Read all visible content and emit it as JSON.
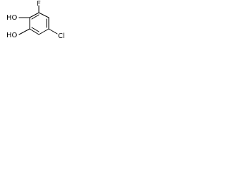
{
  "molecule": {
    "atoms": {
      "fluorine": "F",
      "hydroxyl_top": "HO",
      "hydroxyl_bottom": "HO",
      "chlorine": "Cl"
    },
    "colors": {
      "bond": "#000000",
      "label": "#000000",
      "background": "#ffffff"
    }
  }
}
